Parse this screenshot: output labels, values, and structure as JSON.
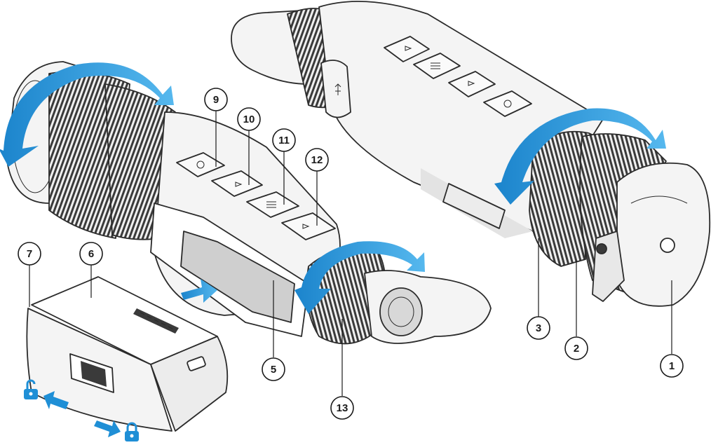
{
  "diagram": {
    "colors": {
      "arrow_blue": "#1f8fd6",
      "arrow_blue_light": "#4fb3ec",
      "outline": "#2b2b2b",
      "body": "#f4f4f4",
      "shade": "#e3e3e3",
      "window": "#cfcfcf"
    },
    "callouts": [
      {
        "id": "c1",
        "label": "1"
      },
      {
        "id": "c2",
        "label": "2"
      },
      {
        "id": "c3",
        "label": "3"
      },
      {
        "id": "c5",
        "label": "5"
      },
      {
        "id": "c6",
        "label": "6"
      },
      {
        "id": "c7",
        "label": "7"
      },
      {
        "id": "c9",
        "label": "9"
      },
      {
        "id": "c10",
        "label": "10"
      },
      {
        "id": "c11",
        "label": "11"
      },
      {
        "id": "c12",
        "label": "12"
      },
      {
        "id": "c13",
        "label": "13"
      }
    ],
    "icons": {
      "unlock": "unlock-icon",
      "lock": "lock-icon",
      "usb": "usb-icon"
    }
  }
}
